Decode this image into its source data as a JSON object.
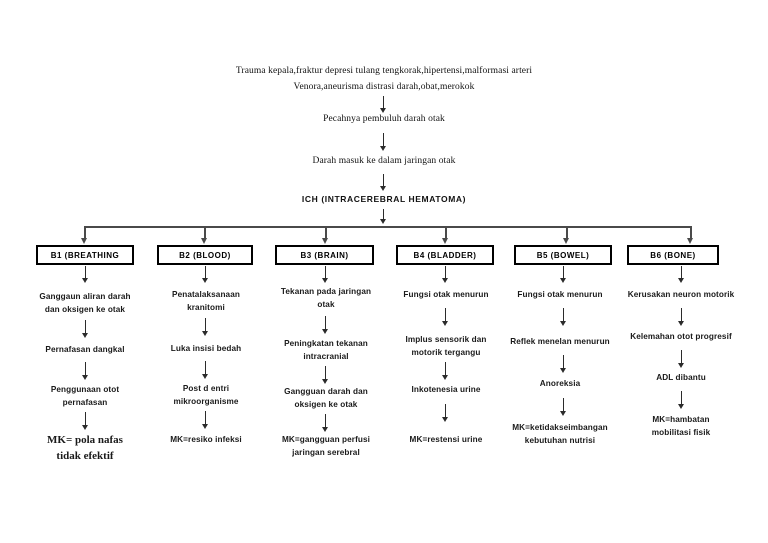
{
  "diagram": {
    "title_lines": [
      "Trauma kepala,fraktur depresi tulang tengkorak,hipertensi,malformasi arteri",
      "Venora,aneurisma distrasi darah,obat,merokok"
    ],
    "trunk": [
      "Pecahnya pembuluh darah otak",
      "Darah masuk ke dalam jaringan otak"
    ],
    "ich_label": "ICH (INTRACEREBRAL HEMATOMA)",
    "boxes": [
      {
        "label": "B1 (BREATHING"
      },
      {
        "label": "B2 (BLOOD)"
      },
      {
        "label": "B3 (BRAIN)"
      },
      {
        "label": "B4 (BLADDER)"
      },
      {
        "label": "B5 (BOWEL)"
      },
      {
        "label": "B6 (BONE)"
      }
    ],
    "columns": [
      {
        "key": "breathing",
        "steps": [
          "Ganggaun aliran darah\ndan oksigen ke otak",
          "Pernafasan dangkal",
          "Penggunaan otot\npernafasan",
          "MK= pola nafas\ntidak efektif"
        ]
      },
      {
        "key": "blood",
        "steps": [
          "Penatalaksanaan\nkranitomi",
          "Luka insisi bedah",
          "Post d entri\nmikroorganisme",
          "MK=resiko infeksi"
        ]
      },
      {
        "key": "brain",
        "steps": [
          "Tekanan pada jaringan\notak",
          "Peningkatan tekanan\nintracranial",
          "Gangguan darah dan\noksigen ke otak",
          "MK=gangguan perfusi\njaringan serebral"
        ]
      },
      {
        "key": "bladder",
        "steps": [
          "Fungsi otak menurun",
          "Implus sensorik dan\nmotorik tergangu",
          "Inkotenesia urine",
          "MK=restensi urine"
        ]
      },
      {
        "key": "bowel",
        "steps": [
          "Fungsi otak menurun",
          "Reflek menelan menurun",
          "Anoreksia",
          "MK=ketidakseimbangan\nkebutuhan nutrisi"
        ]
      },
      {
        "key": "bone",
        "steps": [
          "Kerusakan neuron motorik",
          "Kelemahan otot progresif",
          "ADL dibantu",
          "MK=hambatan\nmobilitasi fisik"
        ]
      }
    ],
    "colors": {
      "ink": "#000000",
      "text": "#1a1a1a",
      "arrow": "#2b2b2b",
      "bus": "#4a4a4a",
      "background": "#ffffff"
    }
  }
}
